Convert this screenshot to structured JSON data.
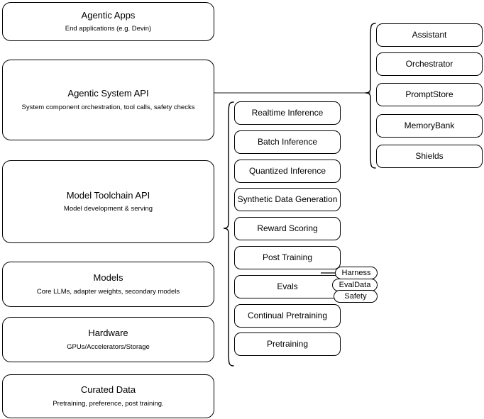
{
  "diagram": {
    "type": "layered-stack-architecture",
    "stack": {
      "name": "platform-layers",
      "items": [
        {
          "title": "Agentic Apps",
          "subtitle": "End applications (e.g. Devin)"
        },
        {
          "title": "Agentic System API",
          "subtitle": "System component orchestration, tool calls, safety checks"
        },
        {
          "title": "Model Toolchain API",
          "subtitle": "Model development & serving"
        },
        {
          "title": "Models",
          "subtitle": "Core LLMs, adapter weights, secondary models"
        },
        {
          "title": "Hardware",
          "subtitle": "GPUs/Accelerators/Storage"
        },
        {
          "title": "Curated Data",
          "subtitle": "Pretraining, preference, post training."
        }
      ]
    },
    "toolchain_capabilities": {
      "name": "model-toolchain-api-capabilities",
      "items": [
        {
          "label": "Realtime Inference"
        },
        {
          "label": "Batch Inference"
        },
        {
          "label": "Quantized Inference"
        },
        {
          "label": "Synthetic Data Generation"
        },
        {
          "label": "Reward Scoring"
        },
        {
          "label": "Post Training"
        },
        {
          "label": "Evals"
        },
        {
          "label": "Continual Pretraining"
        },
        {
          "label": "Pretraining"
        }
      ]
    },
    "evals_badges": {
      "name": "evals-sub-components",
      "items": [
        {
          "label": "Harness"
        },
        {
          "label": "EvalData"
        },
        {
          "label": "Safety"
        }
      ]
    },
    "system_components": {
      "name": "agentic-system-api-components",
      "items": [
        {
          "label": "Assistant"
        },
        {
          "label": "Orchestrator"
        },
        {
          "label": "PromptStore"
        },
        {
          "label": "MemoryBank"
        },
        {
          "label": "Shields"
        }
      ]
    },
    "colors": {
      "stroke": "#000000",
      "fill": "#ffffff",
      "text": "#000000",
      "connector": "#666666"
    }
  }
}
